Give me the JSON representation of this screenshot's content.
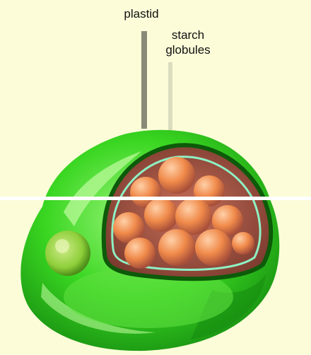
{
  "labels": {
    "plastid": "plastid",
    "starch_line1": "starch",
    "starch_line2": "globules"
  },
  "colors": {
    "background": "#fcfcd9",
    "plastid_pointer": "#8a8a78",
    "starch_pointer": "#dcdcbf",
    "cell_green": "#39d621",
    "cell_light": "#9cf57a",
    "cell_dark": "#199212",
    "plastid_outline": "#0d5a0a",
    "plastid_inner_line": "#8ef0c4",
    "starch_orange": "#f08a4a",
    "starch_highlight": "#ffd0a8",
    "starch_shadow": "#a8503a",
    "nucleus": "#8fcf3a",
    "divider": "#ffffff"
  },
  "icons": {
    "cell": "plant-cell-icon",
    "starch": "starch-globule-icon"
  }
}
